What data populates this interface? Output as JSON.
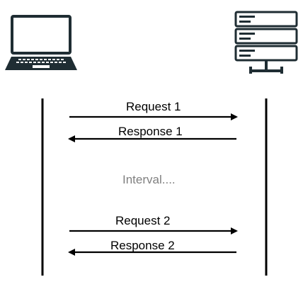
{
  "colors": {
    "ink": "#1f2d33",
    "line": "#000000",
    "muted": "#808080",
    "background": "#ffffff"
  },
  "icons": {
    "client": "laptop-icon",
    "server": "server-icon"
  },
  "messages": [
    {
      "label": "Request 1",
      "direction": "client-to-server"
    },
    {
      "label": "Response 1",
      "direction": "server-to-client"
    },
    {
      "label": "Request 2",
      "direction": "client-to-server"
    },
    {
      "label": "Response 2",
      "direction": "server-to-client"
    }
  ],
  "interval_label": "Interval...."
}
